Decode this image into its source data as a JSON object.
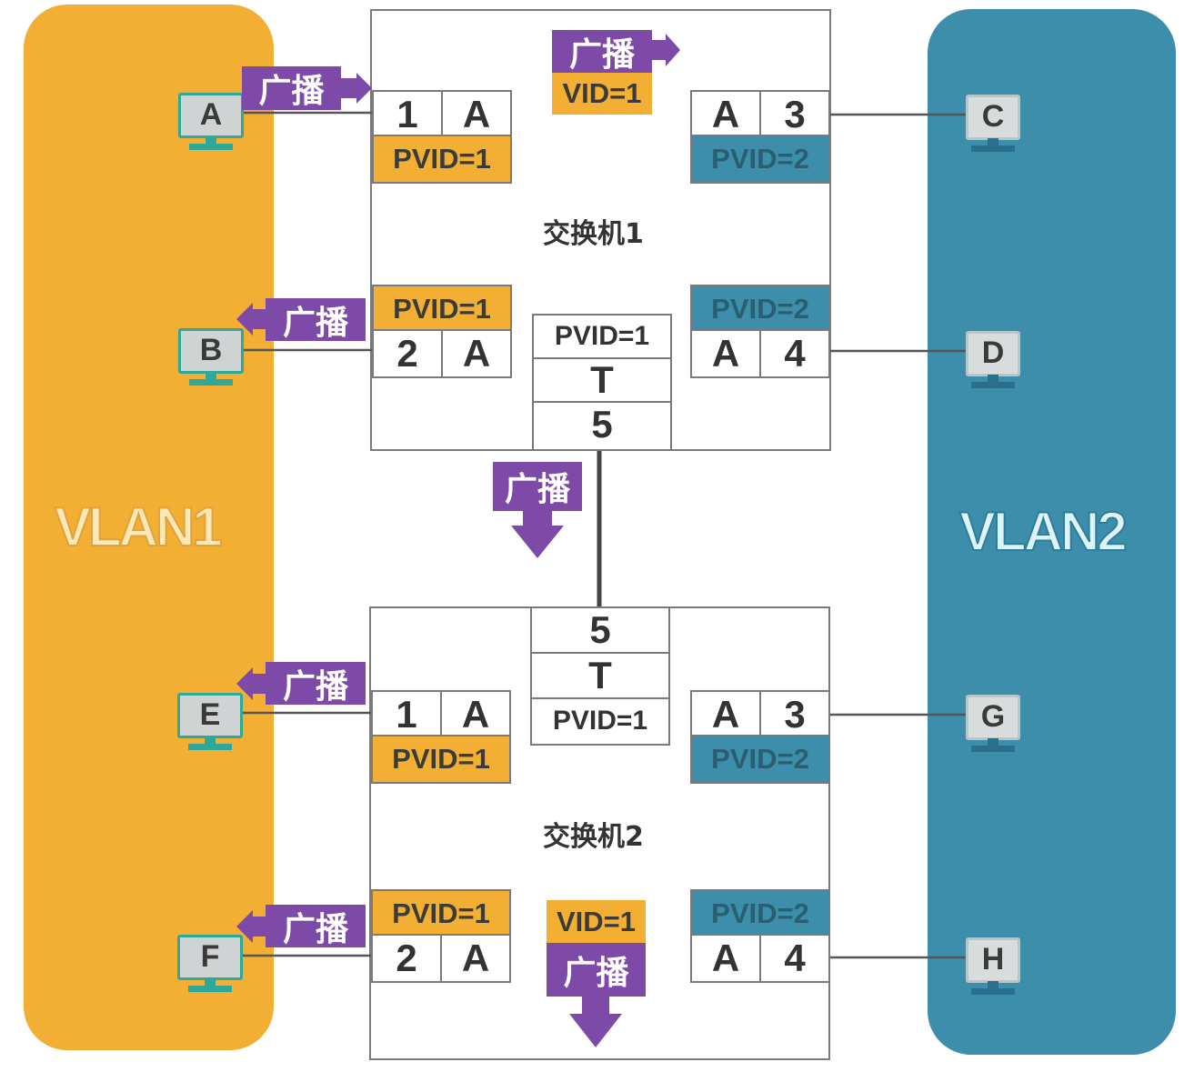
{
  "vlans": [
    {
      "label": "VLAN1",
      "color": "#F2AF34"
    },
    {
      "label": "VLAN2",
      "color": "#3C8EAB"
    }
  ],
  "switches": [
    {
      "title": "交换机1",
      "ports": [
        {
          "num": "1",
          "mode": "A",
          "pvid": "PVID=1"
        },
        {
          "num": "2",
          "mode": "A",
          "pvid": "PVID=1"
        },
        {
          "num": "3",
          "mode": "A",
          "pvid": "PVID=2"
        },
        {
          "num": "4",
          "mode": "A",
          "pvid": "PVID=2"
        }
      ],
      "trunk": {
        "pvid": "PVID=1",
        "mode": "T",
        "num": "5"
      },
      "frame": {
        "label": "广播",
        "vid": "VID=1"
      }
    },
    {
      "title": "交换机2",
      "ports": [
        {
          "num": "1",
          "mode": "A",
          "pvid": "PVID=1"
        },
        {
          "num": "2",
          "mode": "A",
          "pvid": "PVID=1"
        },
        {
          "num": "3",
          "mode": "A",
          "pvid": "PVID=2"
        },
        {
          "num": "4",
          "mode": "A",
          "pvid": "PVID=2"
        }
      ],
      "trunk": {
        "num": "5",
        "mode": "T",
        "pvid": "PVID=1"
      },
      "frame": {
        "vid": "VID=1",
        "label": "广播"
      }
    }
  ],
  "hosts": [
    "A",
    "B",
    "C",
    "D",
    "E",
    "F",
    "G",
    "H"
  ],
  "broadcast_label": "广播",
  "colors": {
    "vlan1": "#F2AF34",
    "vlan2": "#3C8EAB",
    "broadcast": "#7E4AA8",
    "host": "#2fa89a"
  }
}
